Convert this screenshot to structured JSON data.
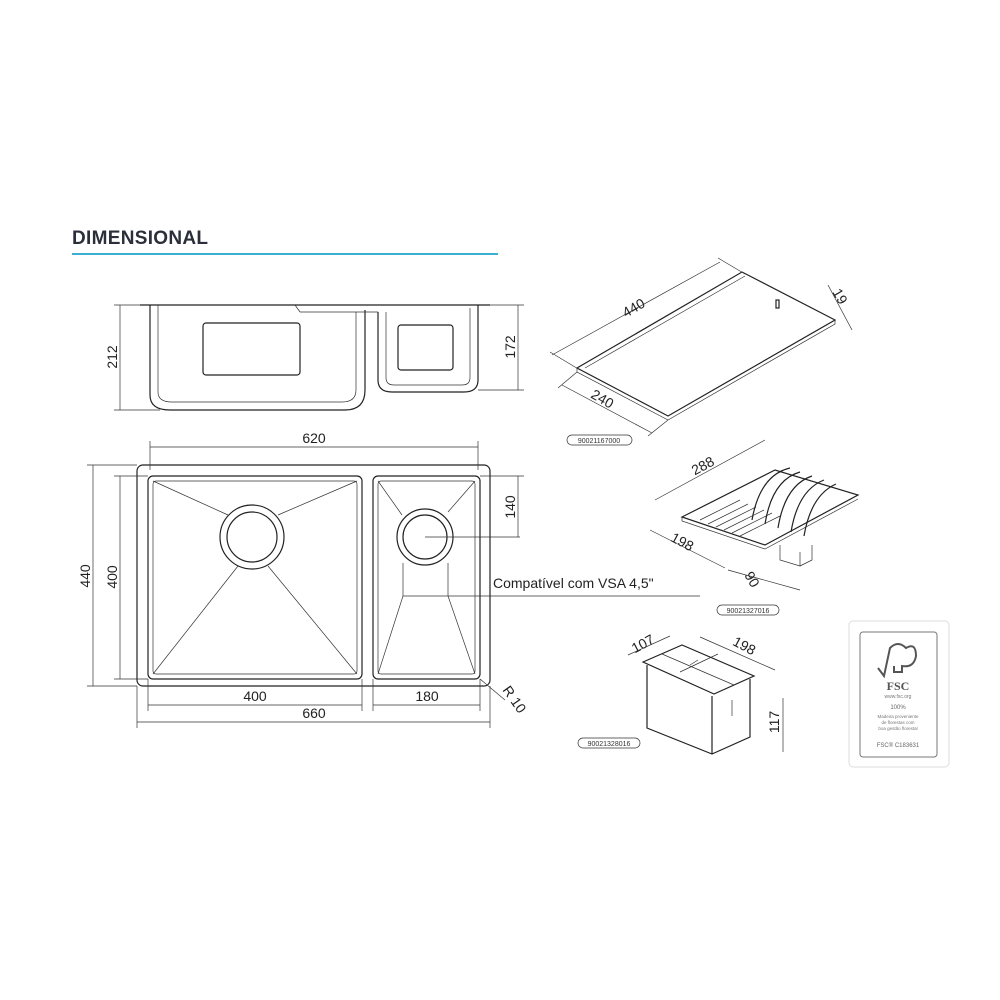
{
  "heading": "DIMENSIONAL",
  "accent_color": "#3bb0d6",
  "elevation": {
    "height_total": "212",
    "height_small": "172"
  },
  "plan": {
    "width_inner": "620",
    "width_outer": "660",
    "depth_outer": "440",
    "depth_inner": "400",
    "bowl_large_width": "400",
    "bowl_small_width": "180",
    "drain_offset": "140",
    "radius": "R 10",
    "drain_note": "Compatível com VSA 4,5\""
  },
  "accessories": [
    {
      "name": "cutting-board",
      "code": "90021167000",
      "dims": [
        "440",
        "240",
        "19"
      ]
    },
    {
      "name": "dish-rack",
      "code": "90021327016",
      "dims": [
        "288",
        "198",
        "90"
      ]
    },
    {
      "name": "utensil-basket",
      "code": "90021328016",
      "dims": [
        "107",
        "198",
        "117"
      ]
    }
  ],
  "fsc": {
    "logo_text": "FSC",
    "url": "www.fsc.org",
    "percent": "100%",
    "desc": [
      "Madeira proveniente",
      "de florestas com",
      "boa gestão florestal"
    ],
    "license": "FSC® C183631"
  }
}
